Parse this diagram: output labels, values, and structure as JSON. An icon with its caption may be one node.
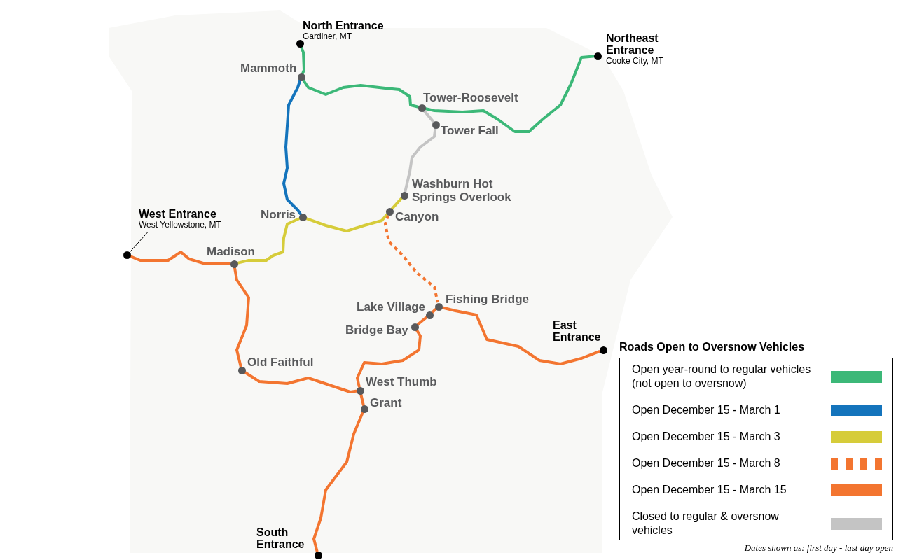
{
  "diagram": {
    "nodes": [
      {
        "text": [
          "North Entrance",
          "Gardiner, MT"
        ]
      },
      {
        "text": [
          "Mammoth"
        ]
      },
      {
        "text": [
          "Tower-Roosevelt"
        ]
      },
      {
        "text": [
          "Northeast Entrance",
          "Cooke City, MT"
        ]
      },
      {
        "text": [
          "Tower Fall"
        ]
      },
      {
        "text": [
          "Washburn Hot Springs Overlook"
        ]
      },
      {
        "text": [
          "Canyon"
        ]
      },
      {
        "text": [
          "Norris"
        ]
      },
      {
        "text": [
          "West Entrance",
          "West Yellowstone, MT"
        ]
      },
      {
        "text": [
          "Madison"
        ]
      },
      {
        "text": [
          "Fishing Bridge"
        ]
      },
      {
        "text": [
          "Lake Village"
        ]
      },
      {
        "text": [
          "Bridge Bay"
        ]
      },
      {
        "text": [
          "East Entrance"
        ]
      },
      {
        "text": [
          "Old Faithful"
        ]
      },
      {
        "text": [
          "West Thumb"
        ]
      },
      {
        "text": [
          "Grant"
        ]
      },
      {
        "text": [
          "South Entrance"
        ]
      }
    ],
    "edges": [
      {
        "from": 0,
        "to": 1,
        "arrow": "none",
        "color": "#3cb878"
      },
      {
        "from": 1,
        "to": 2,
        "arrow": "none",
        "color": "#3cb878"
      },
      {
        "from": 2,
        "to": 3,
        "arrow": "none",
        "color": "#3cb878"
      },
      {
        "from": 1,
        "to": 7,
        "arrow": "none",
        "color": "#1474bc"
      },
      {
        "from": 2,
        "to": 4,
        "arrow": "none",
        "color": "#c4c4c4"
      },
      {
        "from": 4,
        "to": 5,
        "arrow": "none",
        "color": "#c4c4c4"
      },
      {
        "from": 5,
        "to": 6,
        "arrow": "none",
        "color": "#d6cc3a"
      },
      {
        "from": 6,
        "to": 7,
        "arrow": "none",
        "color": "#d6cc3a"
      },
      {
        "from": 7,
        "to": 9,
        "arrow": "none",
        "color": "#d6cc3a"
      },
      {
        "from": 8,
        "to": 9,
        "arrow": "none"
      },
      {
        "from": 6,
        "to": 10,
        "arrow": "none",
        "style": "dashed"
      },
      {
        "from": 10,
        "to": 11,
        "arrow": "none"
      },
      {
        "from": 11,
        "to": 12,
        "arrow": "none"
      },
      {
        "from": 10,
        "to": 13,
        "arrow": "none"
      },
      {
        "from": 9,
        "to": 14,
        "arrow": "none"
      },
      {
        "from": 14,
        "to": 15,
        "arrow": "none"
      },
      {
        "from": 12,
        "to": 15,
        "arrow": "none"
      },
      {
        "from": 15,
        "to": 16,
        "arrow": "none"
      },
      {
        "from": 16,
        "to": 17,
        "arrow": "none"
      }
    ],
    "labels": [
      "Roads Open to Oversnow Vehicles",
      "Dates shown as: first day - last day open"
    ],
    "legend": [
      {
        "text": "Open year-round to regular vehicles (not open to oversnow)",
        "color": "#3cb878"
      },
      {
        "text": "Open December 15 - March 1",
        "color": "#1474bc"
      },
      {
        "text": "Open December 15 - March 3",
        "color": "#d6cc3a"
      },
      {
        "text": "Open December 15 - March 8",
        "color": "#f37530"
      },
      {
        "text": "Open December 15 - March 15",
        "color": "#f37530"
      },
      {
        "text": "Closed to regular & oversnow vehicles",
        "color": "#c4c4c4"
      }
    ]
  }
}
